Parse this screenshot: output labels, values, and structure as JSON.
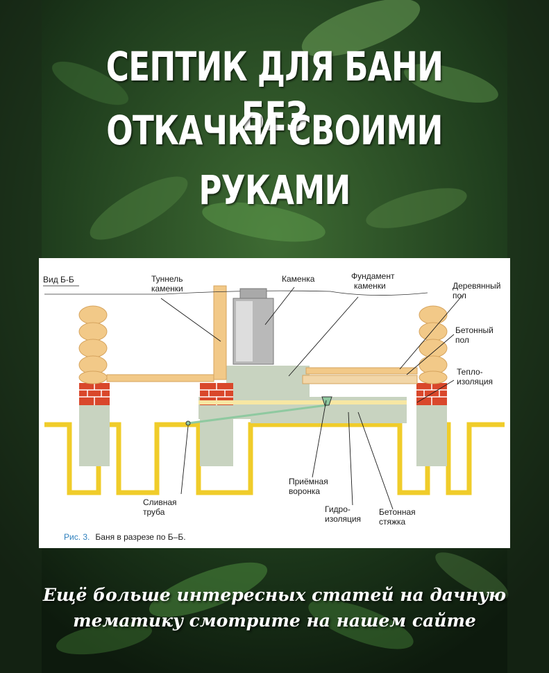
{
  "title": {
    "line1": "СЕПТИК ДЛЯ БАНИ БЕЗ",
    "line2": "ОТКАЧКИ СВОИМИ",
    "line3": "РУКАМИ"
  },
  "diagram": {
    "view_label": "Вид Б-Б",
    "labels": {
      "tunnel_1": "Туннель",
      "tunnel_2": "каменки",
      "stove": "Каменка",
      "foundation_1": "Фундамент",
      "foundation_2": "каменки",
      "wood_floor_1": "Деревянный",
      "wood_floor_2": "пол",
      "concrete_floor_1": "Бетонный",
      "concrete_floor_2": "пол",
      "insulation_1": "Тепло-",
      "insulation_2": "изоляция",
      "funnel_1": "Приёмная",
      "funnel_2": "воронка",
      "drain_1": "Сливная",
      "drain_2": "труба",
      "waterproof_1": "Гидро-",
      "waterproof_2": "изоляция",
      "screed_1": "Бетонная",
      "screed_2": "стяжка"
    },
    "caption_number": "Рис. 3.",
    "caption_text": "Баня в разрезе по Б–Б."
  },
  "footer": {
    "line1": "Ещё больше интересных статей на дачную",
    "line2": "тематику смотрите на нашем сайте"
  },
  "colors": {
    "background": "#1d3a1c",
    "wood": "#f2c988",
    "brick": "#d9472b",
    "concrete": "#c8d3c0",
    "soil_line": "#f0cc2a",
    "pipe": "#8fc9a0"
  }
}
